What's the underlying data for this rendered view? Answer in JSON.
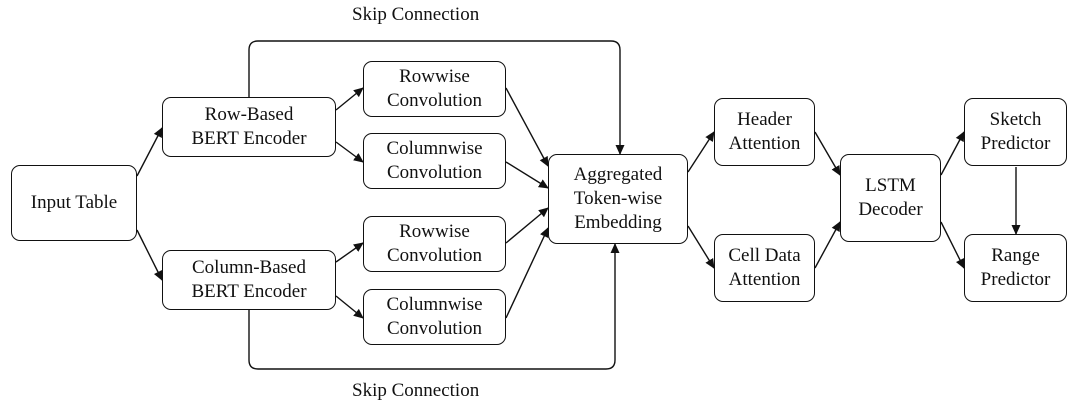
{
  "nodes": {
    "input_table": "Input Table",
    "row_bert": "Row-Based\nBERT Encoder",
    "col_bert": "Column-Based\nBERT Encoder",
    "rowwise_conv_1": "Rowwise\nConvolution",
    "colwise_conv_1": "Columnwise\nConvolution",
    "rowwise_conv_2": "Rowwise\nConvolution",
    "colwise_conv_2": "Columnwise\nConvolution",
    "aggregated": "Aggregated\nToken-wise\nEmbedding",
    "header_attention": "Header\nAttention",
    "cell_attention": "Cell Data\nAttention",
    "lstm_decoder": "LSTM\nDecoder",
    "sketch_predictor": "Sketch\nPredictor",
    "range_predictor": "Range\nPredictor"
  },
  "labels": {
    "skip_top": "Skip Connection",
    "skip_bottom": "Skip Connection"
  }
}
